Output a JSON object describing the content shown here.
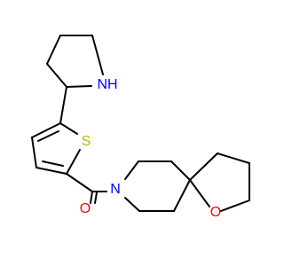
{
  "molecule": {
    "atoms": [
      {
        "symbol": "NH",
        "color": "#0000FF"
      },
      {
        "symbol": "S",
        "color": "#B8B800"
      },
      {
        "symbol": "O",
        "color": "#FF0000"
      },
      {
        "symbol": "N",
        "color": "#0000FF"
      },
      {
        "symbol": "O",
        "color": "#FF0000"
      }
    ],
    "bond_color": "#000000"
  }
}
